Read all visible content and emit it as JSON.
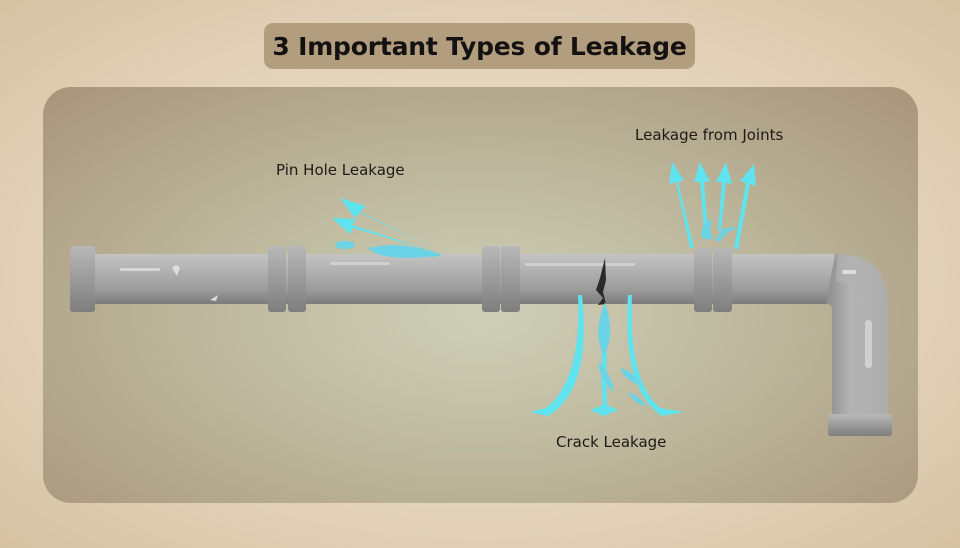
{
  "title": "3 Important Types of Leakage",
  "labels": {
    "pin_hole": "Pin Hole Leakage",
    "joints": "Leakage from Joints",
    "crack": "Crack Leakage"
  },
  "colors": {
    "water": "#5fe3ee",
    "pipe": "#a8a8a8",
    "title_bg": "#b39d7f"
  }
}
